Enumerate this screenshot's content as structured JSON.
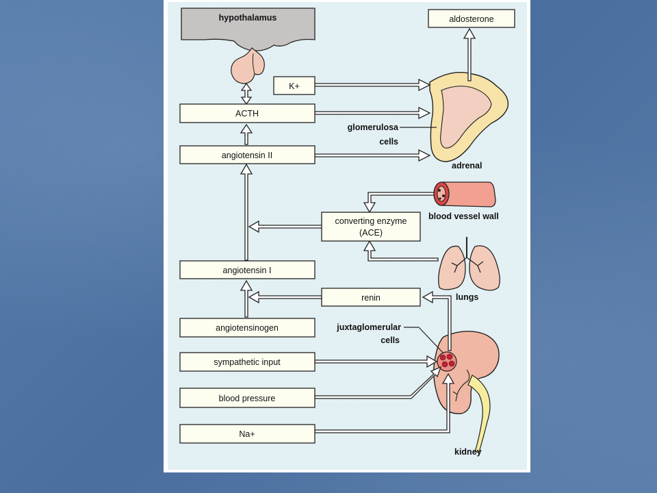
{
  "labels": {
    "hypothalamus": "hypothalamus",
    "aldosterone": "aldosterone",
    "k_plus": "K+",
    "acth": "ACTH",
    "glomerulosa": "glomerulosa",
    "cells_glomerulosa": "cells",
    "adrenal": "adrenal",
    "angiotensin_ii": "angiotensin II",
    "blood_vessel_wall": "blood vessel wall",
    "converting_enzyme_line1": "converting enzyme",
    "converting_enzyme_line2": "(ACE)",
    "lungs": "lungs",
    "angiotensin_i": "angiotensin I",
    "renin": "renin",
    "juxtaglomerular": "juxtaglomerular",
    "cells_juxtaglomerular": "cells",
    "angiotensinogen": "angiotensinogen",
    "sympathetic_input": "sympathetic input",
    "blood_pressure": "blood pressure",
    "na_plus": "Na+",
    "kidney": "kidney"
  },
  "colors": {
    "background": "#4f74a4",
    "panel": "#e4f1f4",
    "box_fill": "#fdfef0",
    "hypothalamus": "#c8c3c3",
    "pituitary": "#f2c9b8",
    "adrenal_outer": "#f7e2a8",
    "adrenal_inner": "#f2cfc0",
    "kidney": "#f0b7a4",
    "ureter": "#f5ec9e",
    "lungs": "#f3cbbb",
    "vessel": "#f2a092"
  },
  "icons": [
    "hypothalamus-illustration",
    "pituitary-illustration",
    "adrenal-illustration",
    "blood-vessel-illustration",
    "lungs-illustration",
    "kidney-illustration"
  ]
}
